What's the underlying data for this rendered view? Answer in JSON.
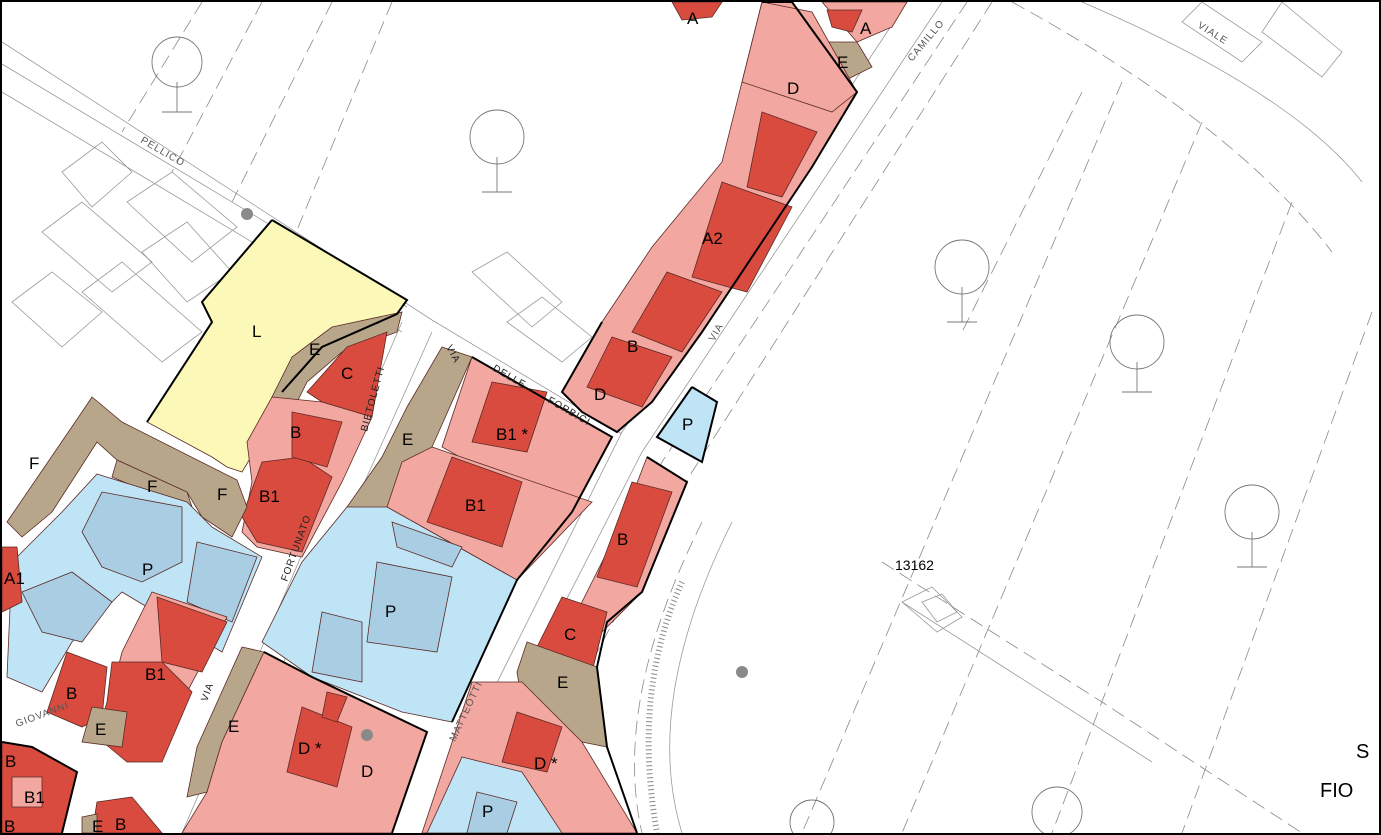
{
  "colors": {
    "A": "#d94b3f",
    "B": "#f2a7a0",
    "E": "#b8a68a",
    "L": "#fbf8b8",
    "P": "#bfe4f6",
    "P_dark": "#a9cde3",
    "outline": "#000000"
  },
  "streets": {
    "pellico": "PELLICO",
    "viale": "VIALE",
    "camillo": "CAMILLO",
    "via_right": "VIA",
    "via_delle": "VIA",
    "delle": "DELLE",
    "forbici": "FORBICI",
    "bietoletti": "BIETOLETTI",
    "fortunato": "FORTUNATO",
    "via_left": "VIA",
    "matteotti": "MATTEOTTI",
    "giovanni": "GIOVANNI"
  },
  "parcel_number": "13162",
  "edge_text": {
    "s": "S",
    "fio": "FIO"
  },
  "zones": {
    "a_top1": "A",
    "a_top2": "A",
    "e_top": "E",
    "d_top": "D",
    "a2": "A2",
    "l": "L",
    "e1": "E",
    "c1": "C",
    "b_via": "B",
    "d_via": "D",
    "b1_star": "B1 *",
    "p_small": "P",
    "e2": "E",
    "b_left": "B",
    "f1": "F",
    "f2": "F",
    "f3": "F",
    "b1_left": "B1",
    "b1_mid": "B1",
    "b_right": "B",
    "a1": "A1",
    "p_big": "P",
    "p_center": "P",
    "c2": "C",
    "e3": "E",
    "b_low": "B",
    "b1_low": "B1",
    "e4": "E",
    "e5": "E",
    "d_star1": "D *",
    "d_low": "D",
    "d_star2": "D *",
    "p_bottom": "P",
    "b_bl": "B",
    "b1_bl": "B1",
    "b_bl2": "B",
    "e_bl": "E",
    "b_bl3": "B"
  }
}
